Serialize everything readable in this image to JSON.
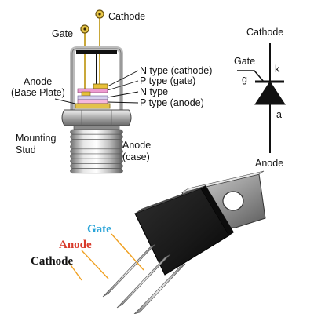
{
  "stud_device": {
    "gate_label": "Gate",
    "cathode_label": "Cathode",
    "anode_base_label_line1": "Anode",
    "anode_base_label_line2": "(Base Plate)",
    "mounting_stud_line1": "Mounting",
    "mounting_stud_line2": "Stud",
    "anode_case_line1": "Anode",
    "anode_case_line2": "(case)",
    "layers": [
      "N type (cathode)",
      "P type (gate)",
      "N type",
      "P type (anode)"
    ]
  },
  "symbol": {
    "cathode_label": "Cathode",
    "gate_label": "Gate",
    "g_label": "g",
    "k_label": "k",
    "a_label": "a",
    "anode_label": "Anode"
  },
  "to220": {
    "gate_label": "Gate",
    "anode_label": "Anode",
    "cathode_label": "Cathode",
    "colors": {
      "gate": "#2aa4d8",
      "anode": "#d83a2a",
      "cathode": "#111111",
      "leader": "#f0a020"
    }
  }
}
